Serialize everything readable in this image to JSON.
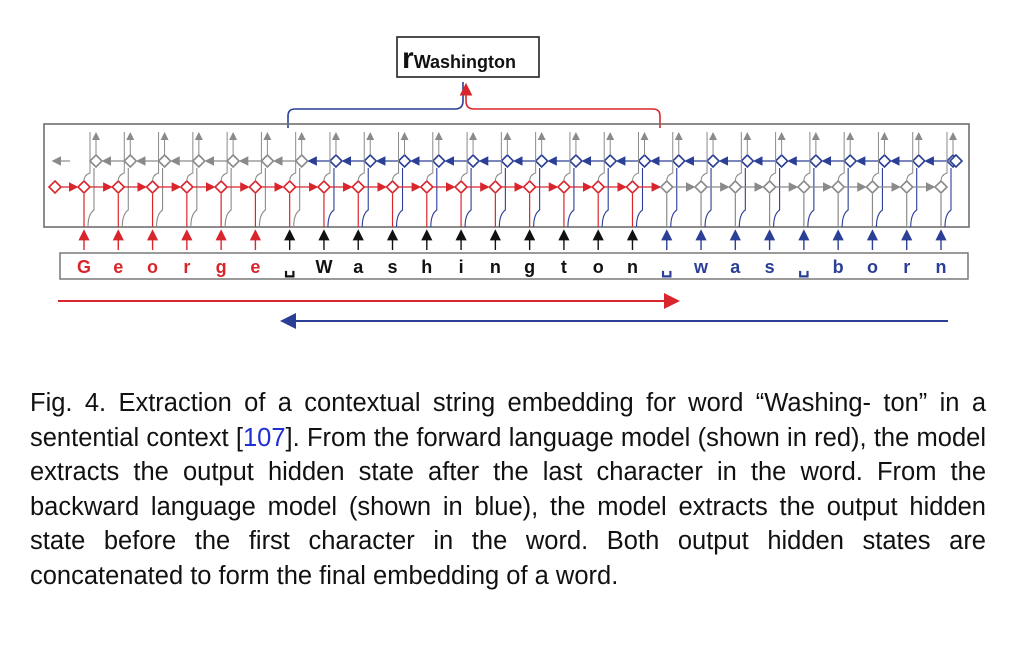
{
  "diagram": {
    "output_label_main": "r",
    "output_label_sub": "Washington",
    "sentence_chars": [
      "G",
      "e",
      "o",
      "r",
      "g",
      "e",
      "␣",
      "W",
      "a",
      "s",
      "h",
      "i",
      "n",
      "g",
      "t",
      "o",
      "n",
      "␣",
      "w",
      "a",
      "s",
      "␣",
      "b",
      "o",
      "r",
      "n"
    ],
    "char_groups": [
      "forward",
      "forward",
      "forward",
      "forward",
      "forward",
      "forward",
      "neutral",
      "neutral",
      "neutral",
      "neutral",
      "neutral",
      "neutral",
      "neutral",
      "neutral",
      "neutral",
      "neutral",
      "neutral",
      "backward",
      "backward",
      "backward",
      "backward",
      "backward",
      "backward",
      "backward",
      "backward",
      "backward"
    ],
    "colors": {
      "forward": "#d9262c",
      "backward": "#2a3f95",
      "neutral": "#111111",
      "inactive": "#8a8a8a",
      "frame": "#6f6f6f"
    }
  },
  "caption": {
    "prefix": "Fig. 4. Extraction of a contextual string embedding for word “Washing- ton” in a sentential context [",
    "ref": "107",
    "suffix": "]. From the forward language model (shown in red), the model extracts the output hidden state after the last character in the word. From the backward language model (shown in blue), the model extracts the output hidden state before the first character in the word. Both output hidden states are concatenated to form the final embedding of a word."
  }
}
